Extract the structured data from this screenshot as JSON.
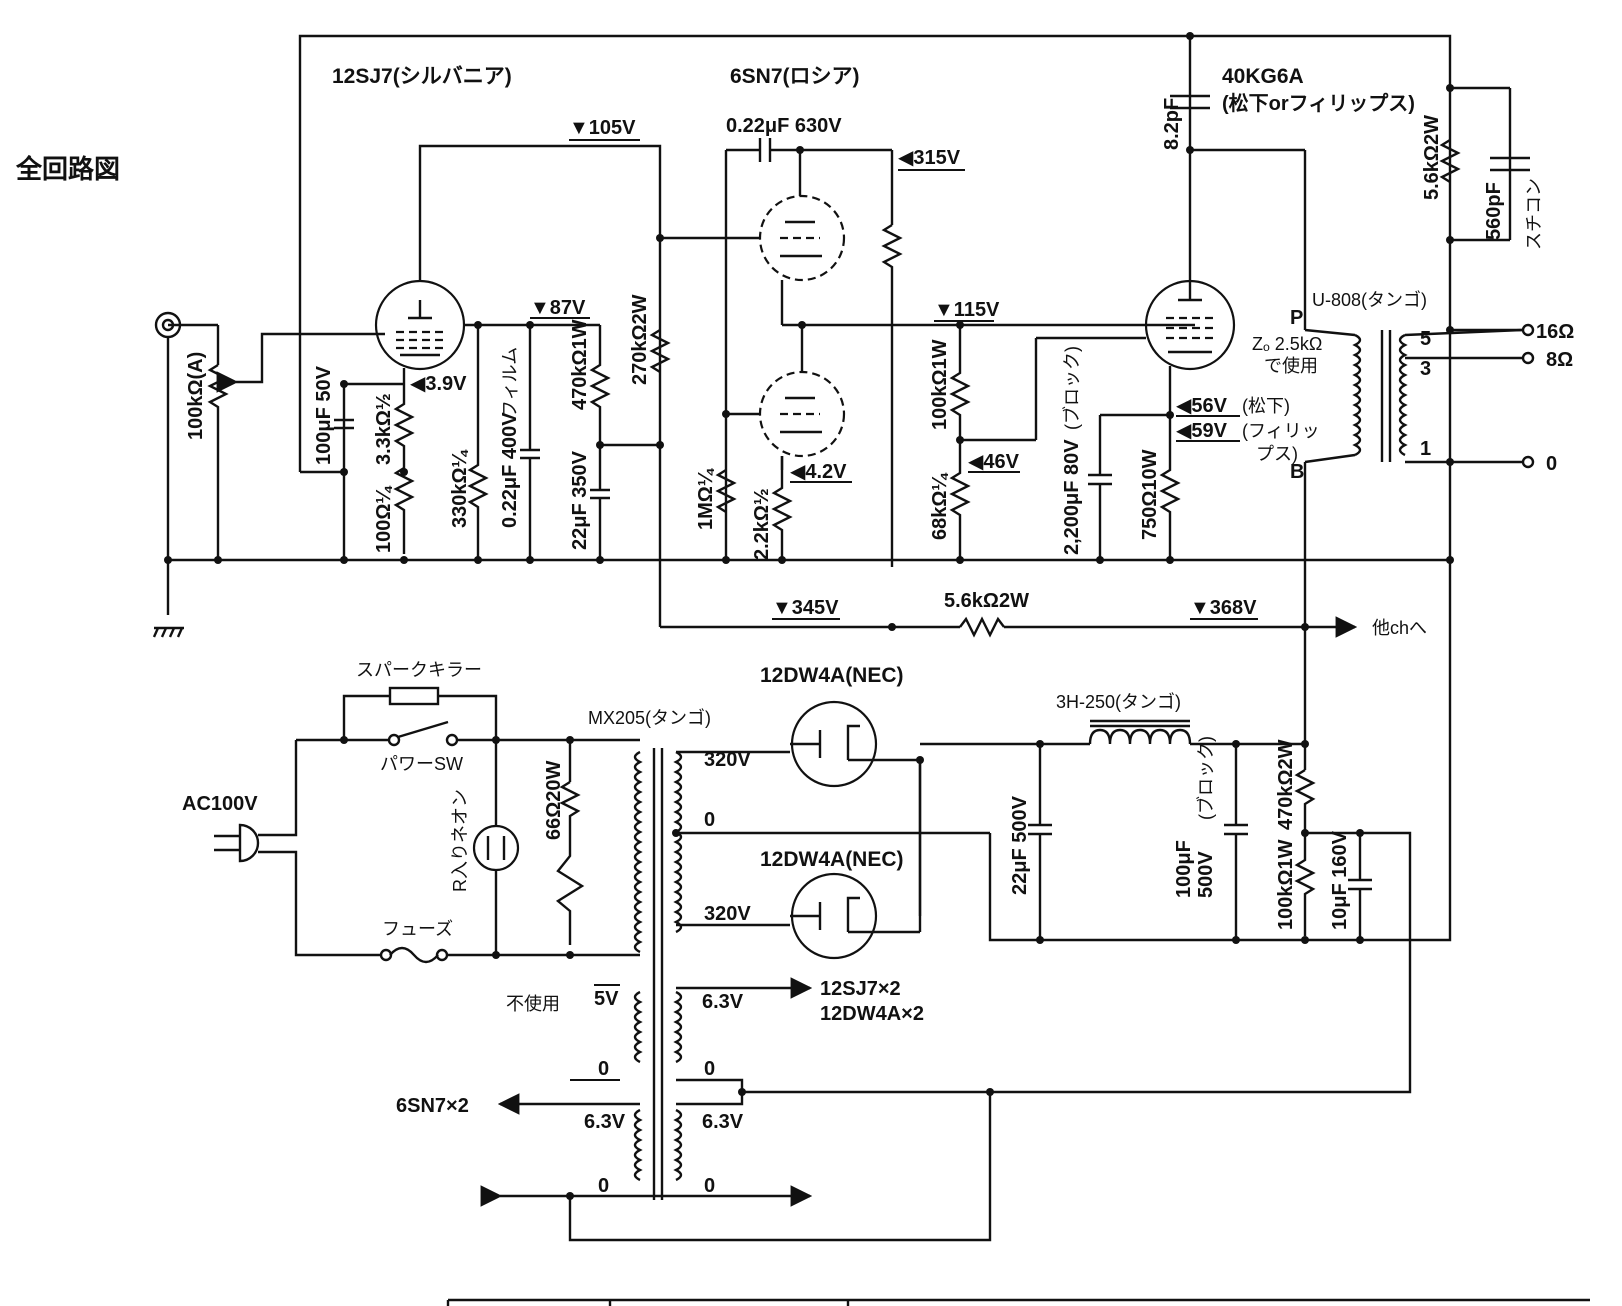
{
  "title": "全回路図",
  "tubes": {
    "v1": "12SJ7(シルバニア)",
    "v2": "6SN7(ロシア)",
    "v3": "40KG6A",
    "v3_sub": "(松下orフィリップス)",
    "rect1": "12DW4A(NEC)",
    "rect2": "12DW4A(NEC)"
  },
  "voltages": {
    "v105": "▼105V",
    "v87": "▼87V",
    "v39": "◀3.9V",
    "v315": "◀315V",
    "v42": "◀4.2V",
    "v115": "▼115V",
    "v46": "◀46V",
    "v56": "◀56V",
    "v56_note": "(松下)",
    "v59": "◀59V",
    "v59_note1": "(フィリッ",
    "v59_note2": "プス)",
    "v345": "▼345V",
    "v368": "▼368V"
  },
  "components": {
    "c_coupling": "0.22μF 630V",
    "c_8p2": "8.2pF",
    "r_5k6_fb": "5.6kΩ2W",
    "c_560p": "560pF",
    "c_560p_note": "スチコン",
    "r_input": "100kΩ(A)",
    "c_100u50": "100μF 50V",
    "r_3k3": "3.3kΩ½",
    "r_100": "100Ω¼",
    "r_330k": "330kΩ¼",
    "c_022_400": "0.22μF 400V",
    "c_022_note": "フィルム",
    "r_470k1w": "470kΩ1W",
    "c_22u350": "22μF 350V",
    "r_270k": "270kΩ2W",
    "r_1m": "1MΩ¼",
    "r_2k2": "2.2kΩ½",
    "r_100k1w": "100kΩ1W",
    "r_68k": "68kΩ¼",
    "c_2200u": "2,200μF 80V",
    "c_2200u_note": "(ブロック)",
    "r_750": "750Ω10W",
    "r_5k6_2w": "5.6kΩ2W",
    "r_66": "66Ω20W",
    "c_22u500": "22μF 500V",
    "c_100u500_a": "100μF",
    "c_100u500_b": "500V",
    "c_100u500_note": "(ブロック)",
    "r_470k2w": "470kΩ2W",
    "r_100k1w_b": "100kΩ1W",
    "c_10u160": "10μF 160V"
  },
  "transformers": {
    "out": "U-808(タンゴ)",
    "out_z1": "Zₒ 2.5kΩ",
    "out_z2": "で使用",
    "out_p": "P",
    "out_b": "B",
    "tap5": "5",
    "tap3": "3",
    "tap1": "1",
    "power": "MX205(タンゴ)",
    "choke": "3H-250(タンゴ)"
  },
  "outputs": {
    "o16": "16Ω",
    "o8": "8Ω",
    "o0": "0",
    "other_ch": "他chへ"
  },
  "power_section": {
    "spark": "スパークキラー",
    "switch": "パワーSW",
    "ac": "AC100V",
    "neon": "R入りネオン",
    "fuse": "フューズ",
    "hv320a": "320V",
    "hv0": "0",
    "hv320b": "320V",
    "unused": "不使用",
    "v5": "5V",
    "v5_0": "0",
    "v63a": "6.3V",
    "v63a_0": "0",
    "heater1_a": "12SJ7×2",
    "heater1_b": "12DW4A×2",
    "v63b": "6.3V",
    "v63b_0": "0",
    "v63c": "6.3V",
    "v63c_0": "0",
    "heater2": "6SN7×2"
  }
}
